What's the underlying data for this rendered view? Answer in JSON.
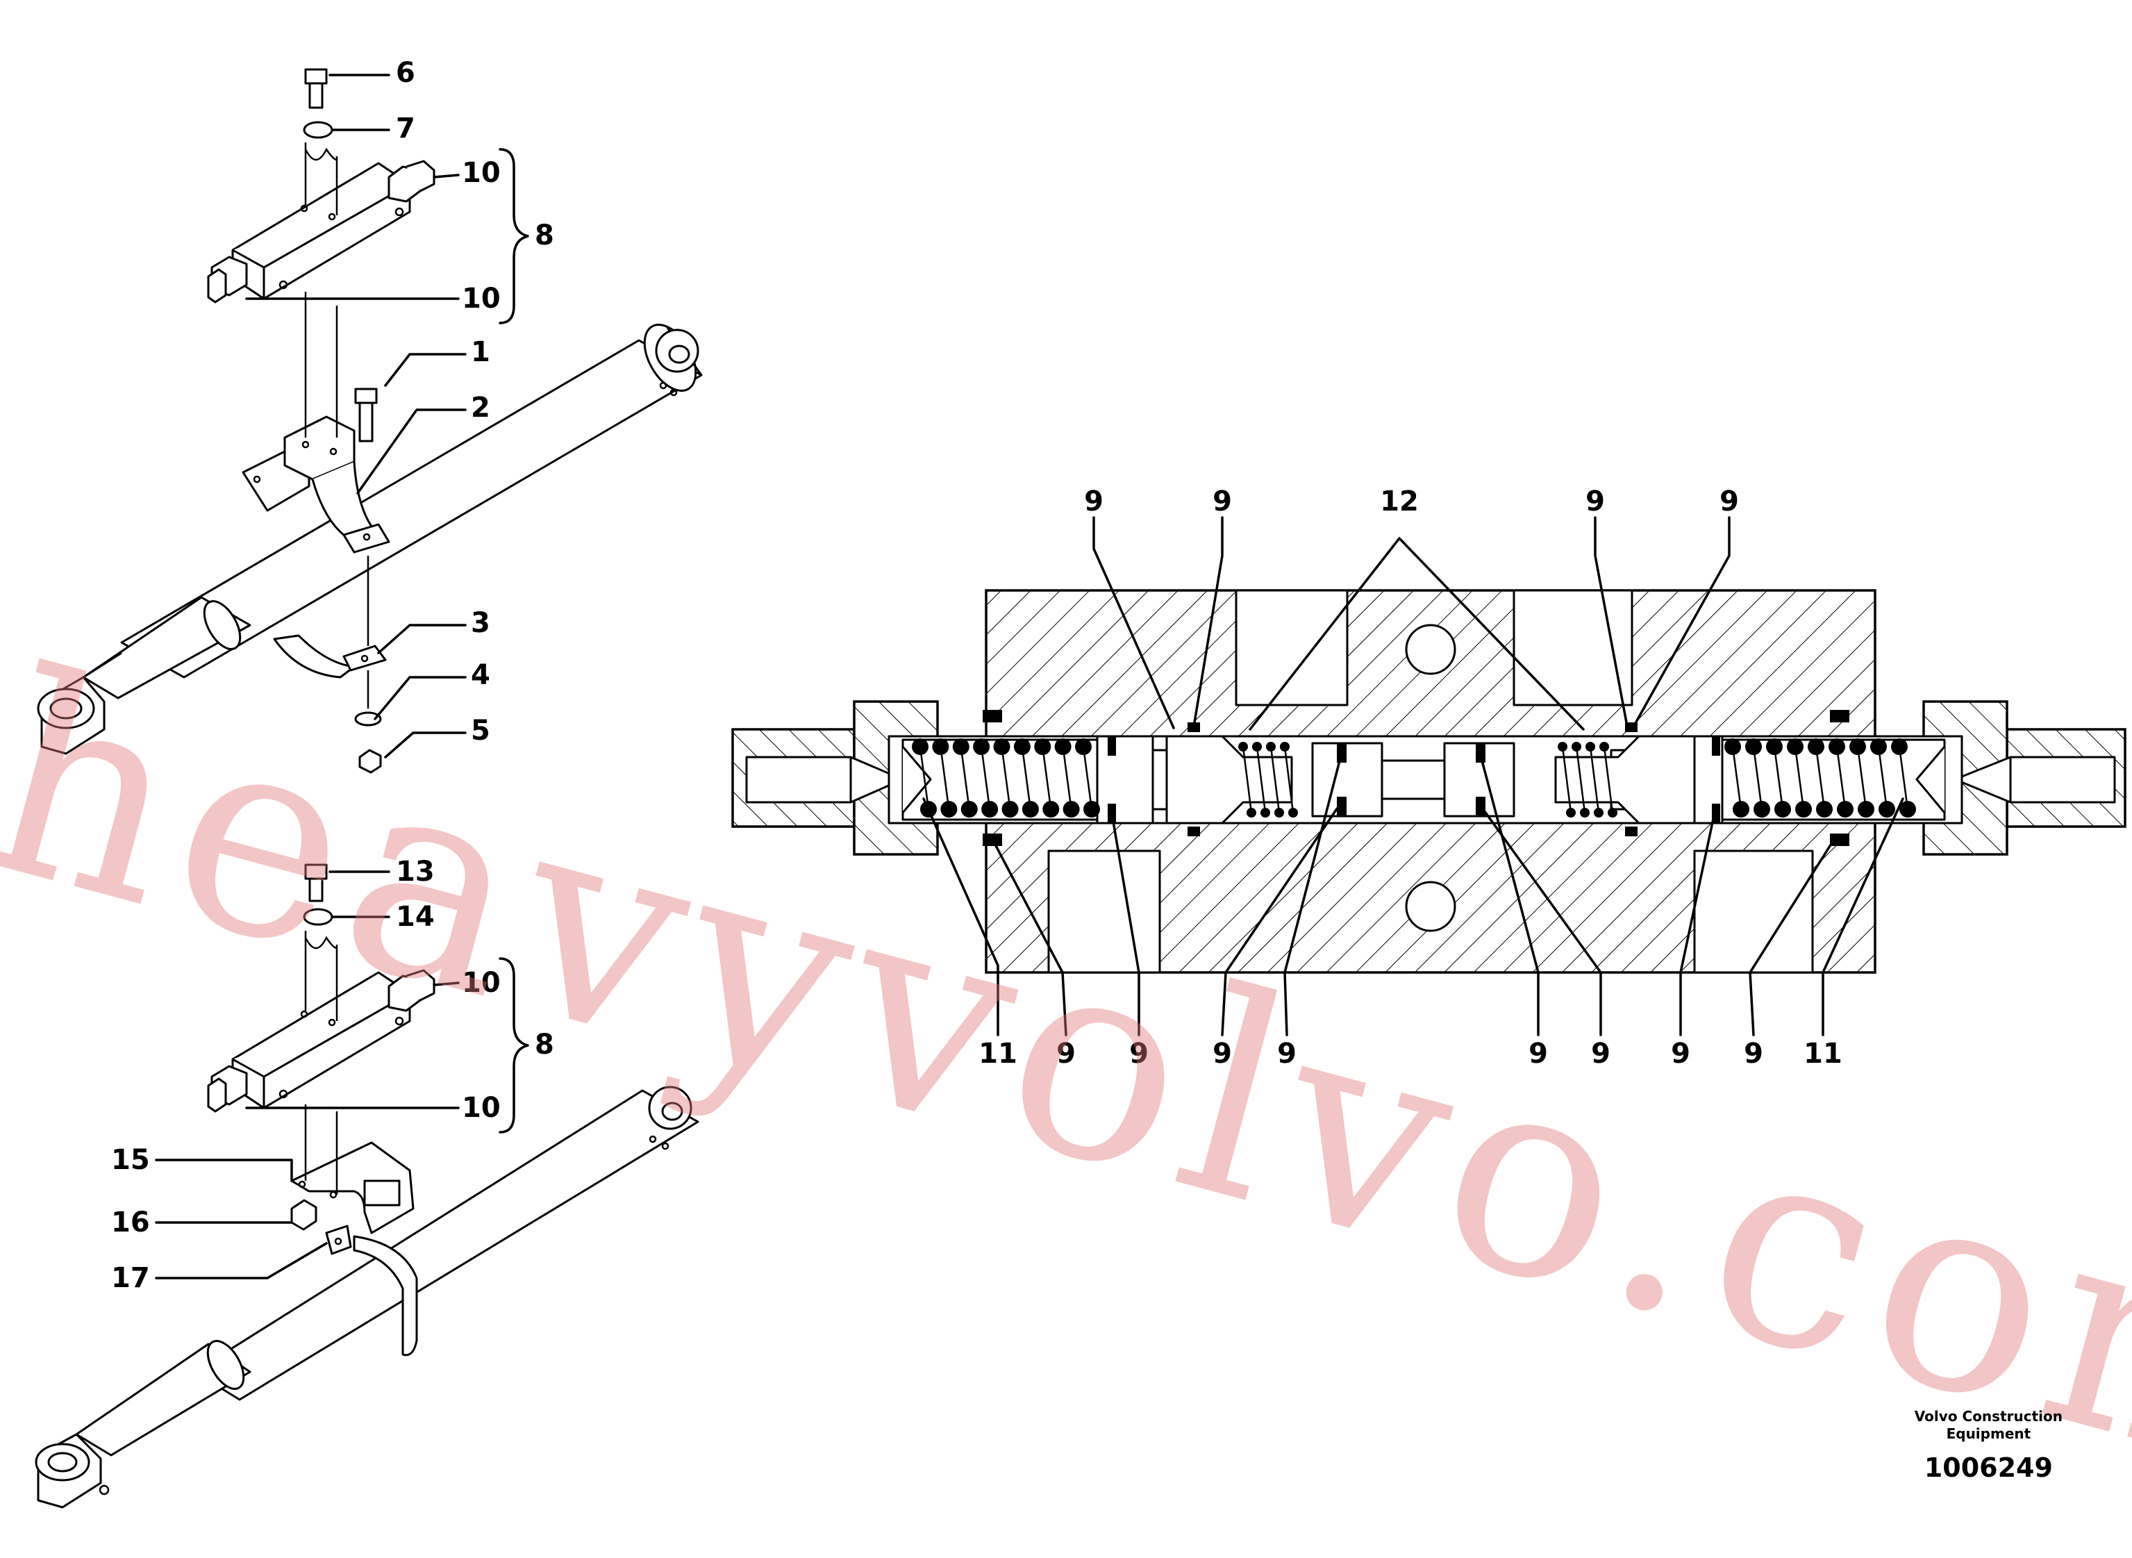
{
  "watermark": "heavyvolvo.com",
  "brand": {
    "line1": "Volvo Construction",
    "line2": "Equipment",
    "number": "1006249"
  },
  "left_callouts": [
    "6",
    "7",
    "10",
    "8",
    "10",
    "1",
    "2",
    "3",
    "4",
    "5",
    "13",
    "14",
    "10",
    "8",
    "10",
    "15",
    "16",
    "17"
  ],
  "section_top_callouts": [
    "9",
    "9",
    "12",
    "9",
    "9"
  ],
  "section_bottom_callouts": [
    "11",
    "9",
    "9",
    "9",
    "9",
    "9",
    "9",
    "9",
    "9",
    "11"
  ]
}
